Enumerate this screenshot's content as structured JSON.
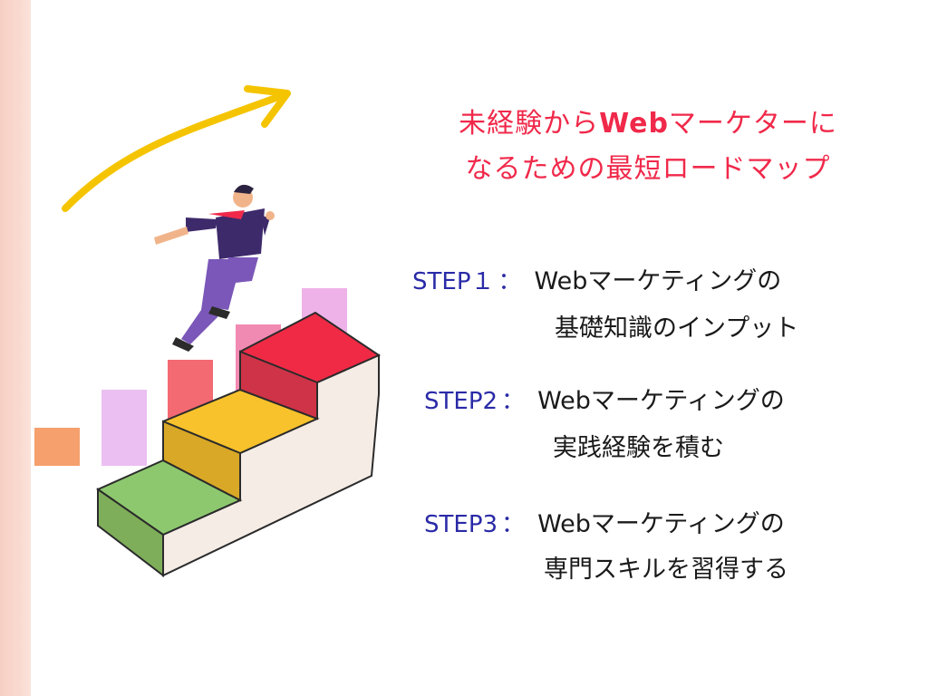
{
  "title": {
    "line1_prefix": "未経験から",
    "line1_brand": "Web",
    "line1_suffix": "マーケターに",
    "line2": "なるための最短ロードマップ"
  },
  "steps": [
    {
      "label": "STEP１",
      "colon": "：",
      "title": "Webマーケティングの",
      "subtitle": "基礎知識のインプット"
    },
    {
      "label": "STEP2",
      "colon": "：",
      "title": "Webマーケティングの",
      "subtitle": "実践経験を積む"
    },
    {
      "label": "STEP3",
      "colon": "：",
      "title": "Webマーケティングの",
      "subtitle": "専門スキルを習得する"
    }
  ],
  "colors": {
    "title": "#f0294a",
    "step_label": "#2a2aa8",
    "stair_green": "#8dc86f",
    "stair_yellow": "#f7c22c",
    "stair_red": "#f02a45",
    "arrow": "#f5c400"
  }
}
